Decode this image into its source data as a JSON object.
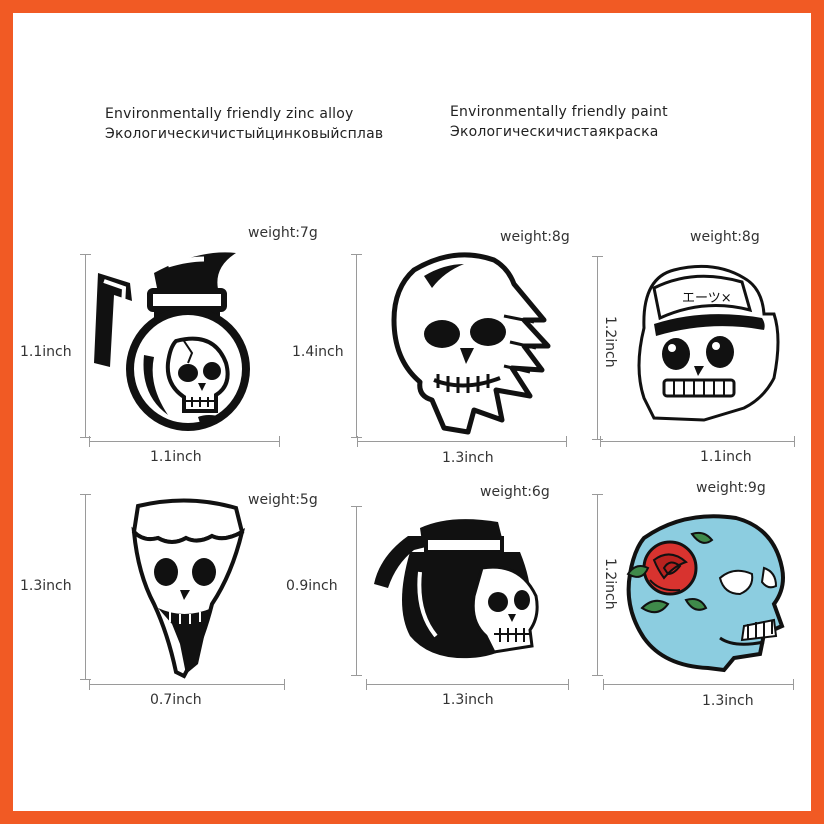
{
  "header": {
    "zinc_en": "Environmentally friendly zinc alloy",
    "zinc_ru": "Экологическичистыйцинковыйсплав",
    "paint_en": "Environmentally friendly paint",
    "paint_ru": "Экологическичистаякраска"
  },
  "pins": [
    {
      "name": "skull-coffee-pot-white",
      "weight": "weight:7g",
      "height": "1.1inch",
      "width": "1.1inch"
    },
    {
      "name": "dripping-skull",
      "weight": "weight:8g",
      "height": "1.4inch",
      "width": "1.3inch"
    },
    {
      "name": "skull-with-cap",
      "weight": "weight:8g",
      "height": "1.2inch",
      "width": "1.1inch",
      "cap_text": "エーツ×"
    },
    {
      "name": "pizza-skull",
      "weight": "weight:5g",
      "height": "1.3inch",
      "width": "0.7inch"
    },
    {
      "name": "coffee-pot-skull-black",
      "weight": "weight:6g",
      "height": "0.9inch",
      "width": "1.3inch"
    },
    {
      "name": "rose-skull-blue",
      "weight": "weight:9g",
      "height": "1.2inch",
      "width": "1.3inch"
    }
  ],
  "colors": {
    "border": "#f15a24",
    "background": "#ffffff",
    "enamel_blue": "#8ccde0",
    "rose_red": "#d8332f",
    "leaf_green": "#3f8a4a"
  }
}
